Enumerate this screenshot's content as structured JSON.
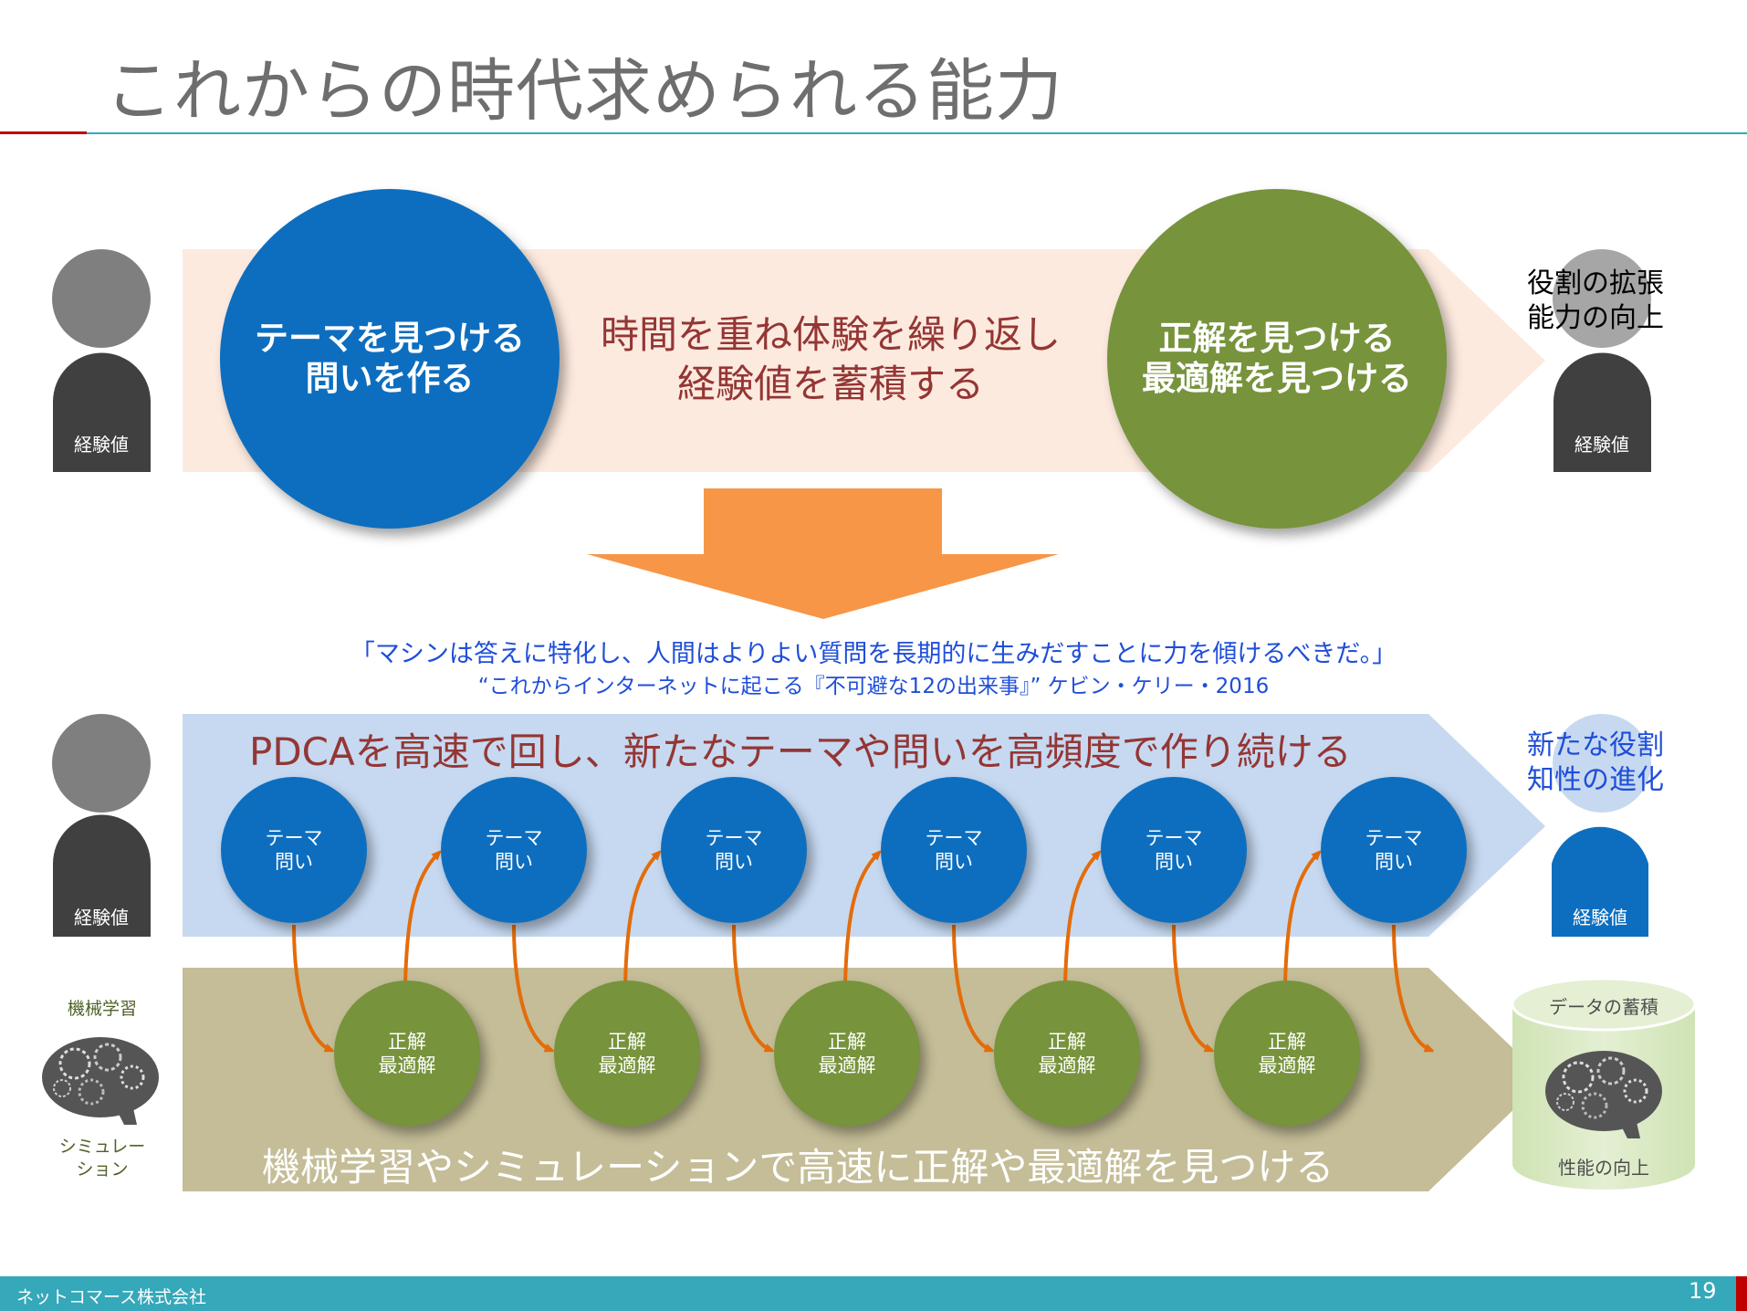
{
  "title": "これからの時代求められる能力",
  "top_section": {
    "left_person_label": "経験値",
    "circle_left": [
      "テーマを見つける",
      "問いを作る"
    ],
    "middle_text": [
      "時間を重ね体験を繰り返し",
      "経験値を蓄積する"
    ],
    "circle_right": [
      "正解を見つける",
      "最適解を見つける"
    ],
    "right_text": [
      "役割の拡張",
      "能力の向上"
    ],
    "right_person_label": "経験値"
  },
  "quote": {
    "main": "「マシンは答えに特化し、人間はよりよい質問を長期的に生みだすことに力を傾けるべきだ。」",
    "source": "“これからインターネットに起こる『不可避な12の出来事』” ケビン・ケリー・2016"
  },
  "middle_section": {
    "banner_text": "PDCAを高速で回し、新たなテーマや問いを高頻度で作り続ける",
    "left_person_label": "経験値",
    "theme_circles": [
      [
        "テーマ",
        "問い"
      ],
      [
        "テーマ",
        "問い"
      ],
      [
        "テーマ",
        "問い"
      ],
      [
        "テーマ",
        "問い"
      ],
      [
        "テーマ",
        "問い"
      ],
      [
        "テーマ",
        "問い"
      ]
    ],
    "right_text": [
      "新たな役割",
      "知性の進化"
    ],
    "right_person_label": "経験値"
  },
  "bottom_section": {
    "left_label_top": "機械学習",
    "left_label_bottom": [
      "シミュレー",
      "ション"
    ],
    "answer_circles": [
      [
        "正解",
        "最適解"
      ],
      [
        "正解",
        "最適解"
      ],
      [
        "正解",
        "最適解"
      ],
      [
        "正解",
        "最適解"
      ],
      [
        "正解",
        "最適解"
      ]
    ],
    "banner_text": "機械学習やシミュレーションで高速に正解や最適解を見つける",
    "cylinder_top": "データの蓄積",
    "cylinder_bottom": "性能の向上"
  },
  "footer": {
    "company": "ネットコマース株式会社",
    "page_number": "19"
  },
  "colors": {
    "blue": "#0d6ebf",
    "green": "#77933c",
    "peach_arrow": "#fdeadf",
    "light_blue_arrow": "#c6d9f1",
    "khaki_arrow": "#c4bd97",
    "orange": "#f79646",
    "teal": "#35a8ba",
    "dark_red_text": "#943634"
  }
}
